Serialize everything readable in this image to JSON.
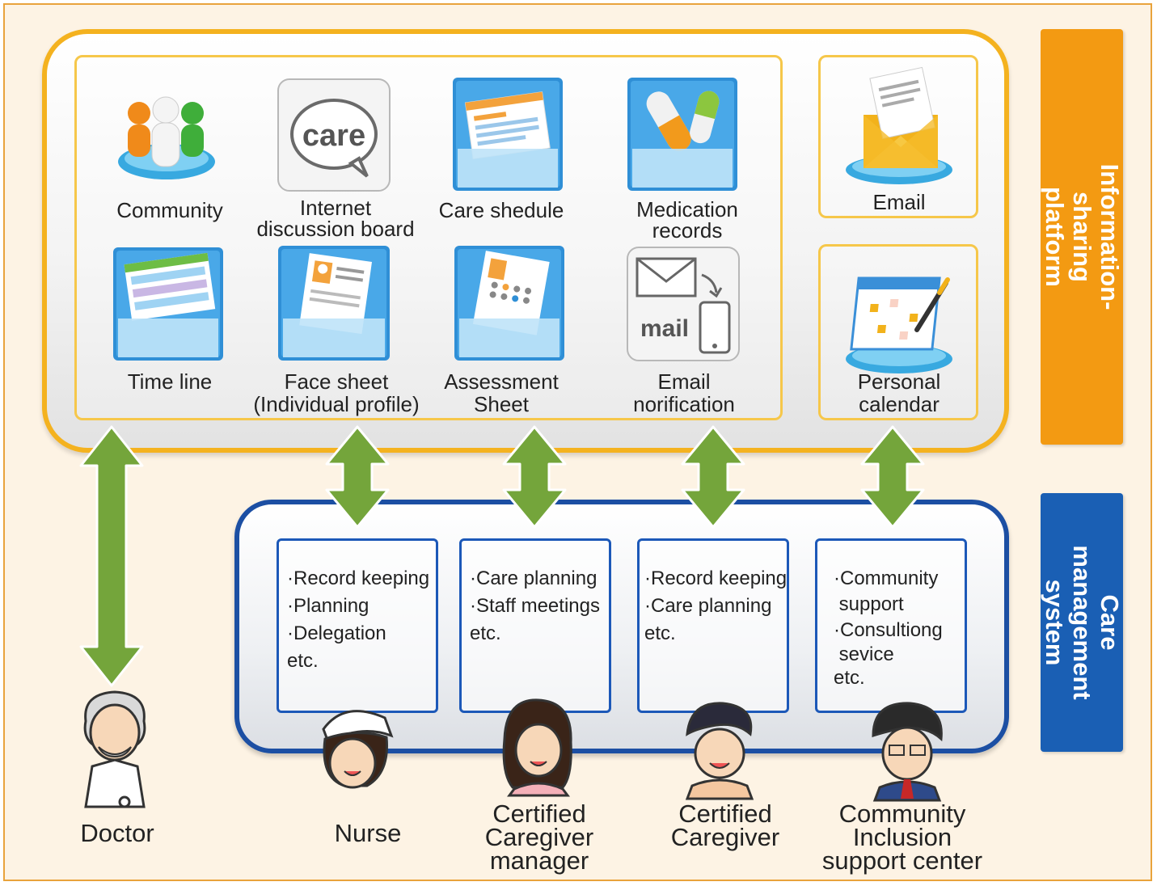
{
  "platform": {
    "side_label": "Information-sharing\nplatform",
    "tiles": [
      {
        "label": "Community",
        "icon": "community-icon"
      },
      {
        "label": "Internet\ndiscussion board",
        "icon": "care-bubble-icon",
        "icon_text": "care"
      },
      {
        "label": "Care shedule",
        "icon": "schedule-icon"
      },
      {
        "label": "Medication\nrecords",
        "icon": "medication-icon"
      },
      {
        "label": "Time line",
        "icon": "timeline-icon"
      },
      {
        "label": "Face sheet\n(Individual profile)",
        "icon": "face-sheet-icon"
      },
      {
        "label": "Assessment\nSheet",
        "icon": "assessment-sheet-icon"
      },
      {
        "label": "Email\nnorification",
        "icon": "mail-phone-icon",
        "icon_text": "mail"
      }
    ],
    "email": {
      "label": "Email",
      "icon": "envelope-icon"
    },
    "calendar": {
      "label": "Personal\ncalendar",
      "icon": "calendar-icon"
    }
  },
  "care_system": {
    "side_label": "Care management\nsystem",
    "tasks": [
      {
        "lines": [
          "·Record keeping",
          "·Planning",
          "·Delegation",
          "etc."
        ]
      },
      {
        "lines": [
          "·Care planning",
          "·Staff meetings",
          "etc."
        ]
      },
      {
        "lines": [
          "·Record keeping",
          "·Care planning",
          "etc."
        ]
      },
      {
        "lines": [
          "·Community",
          " support",
          "·Consultiong",
          " sevice",
          "etc."
        ]
      }
    ]
  },
  "roles": [
    {
      "label": "Doctor",
      "icon": "doctor-avatar-icon"
    },
    {
      "label": "Nurse",
      "icon": "nurse-avatar-icon"
    },
    {
      "label": "Certified\nCaregiver\nmanager",
      "icon": "care-manager-avatar-icon"
    },
    {
      "label": "Certified\nCaregiver",
      "icon": "caregiver-avatar-icon"
    },
    {
      "label": "Community\nInclusion\nsupport center",
      "icon": "support-center-avatar-icon"
    }
  ],
  "colors": {
    "platform_border": "#f4b21f",
    "platform_label_bg": "#f39a12",
    "care_system_border": "#1c4fa3",
    "care_system_label_bg": "#1a5fb4",
    "arrow": "#74a53b",
    "background": "#fdf3e4"
  }
}
